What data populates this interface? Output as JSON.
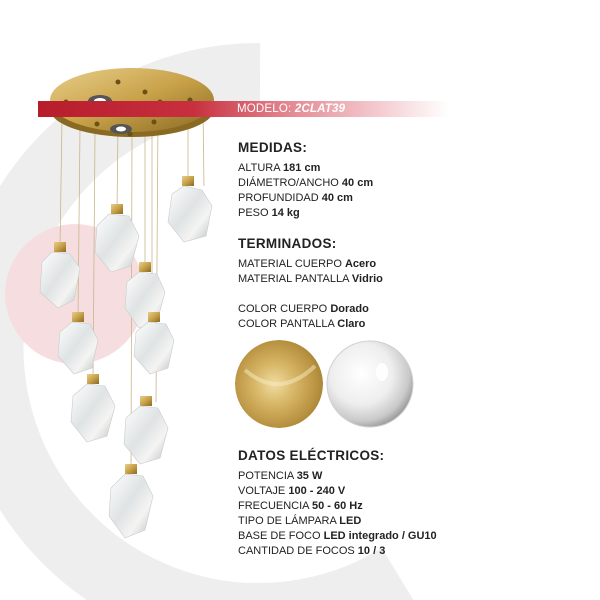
{
  "model": {
    "label": "MODELO:",
    "code": "2CLAT39"
  },
  "medidas": {
    "title": "MEDIDAS:",
    "rows": [
      {
        "label": "ALTURA",
        "value": "181 cm"
      },
      {
        "label": "DIÁMETRO/ANCHO",
        "value": "40 cm"
      },
      {
        "label": "PROFUNDIDAD",
        "value": "40 cm"
      },
      {
        "label": "PESO",
        "value": "14 kg"
      }
    ]
  },
  "terminados": {
    "title": "TERMINADOS:",
    "rows": [
      {
        "label": "MATERIAL CUERPO",
        "value": "Acero"
      },
      {
        "label": "MATERIAL PANTALLA",
        "value": "Vidrio"
      }
    ],
    "colors": [
      {
        "label": "COLOR CUERPO",
        "value": "Dorado"
      },
      {
        "label": "COLOR PANTALLA",
        "value": "Claro"
      }
    ]
  },
  "electricos": {
    "title": "DATOS ELÉCTRICOS:",
    "rows": [
      {
        "label": "POTENCIA",
        "value": "35 W"
      },
      {
        "label": "VOLTAJE",
        "value": "100 - 240 V"
      },
      {
        "label": "FRECUENCIA",
        "value": "50 - 60 Hz"
      },
      {
        "label": "TIPO DE LÁMPARA",
        "value": "LED"
      },
      {
        "label": "BASE DE FOCO",
        "value": "LED integrado / GU10"
      },
      {
        "label": "CANTIDAD DE FOCOS",
        "value": "10 / 3"
      }
    ]
  },
  "colors": {
    "brand_red": "#b71c2b",
    "gold": "#c9a24a",
    "arc_gray": "#ececec",
    "arc_pink": "#f6dde0"
  }
}
